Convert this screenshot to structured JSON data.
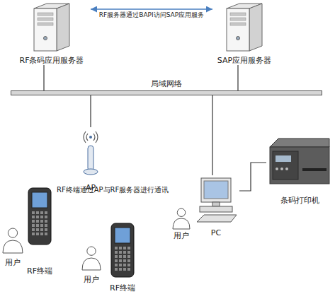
{
  "diagram": {
    "nodes": [
      {
        "text": [
          "RF条码应用服务器"
        ]
      },
      {
        "text": [
          "SAP应用服务器"
        ]
      },
      {
        "text": [
          "局域网络"
        ]
      },
      {
        "text": [
          "AP"
        ]
      },
      {
        "text": [
          "条码打印机"
        ]
      },
      {
        "text": [
          "PC"
        ]
      },
      {
        "text": [
          "用户"
        ]
      },
      {
        "text": [
          "RF终端"
        ]
      },
      {
        "text": [
          "用户"
        ]
      },
      {
        "text": [
          "RF终端"
        ]
      },
      {
        "text": [
          "用户"
        ]
      }
    ],
    "edges": [
      {
        "from": 0,
        "to": 1,
        "arrow": "both",
        "label": "RF服务器通过BAPI访问SAP应用服务"
      },
      {
        "from": 0,
        "to": 2,
        "arrow": "none"
      },
      {
        "from": 1,
        "to": 2,
        "arrow": "none"
      },
      {
        "from": 2,
        "to": 3,
        "arrow": "none"
      },
      {
        "from": 2,
        "to": 5,
        "arrow": "none"
      },
      {
        "from": 5,
        "to": 4,
        "arrow": "none"
      }
    ],
    "labels": [
      "RF终端通过AP与RF服务器进行通讯"
    ]
  }
}
